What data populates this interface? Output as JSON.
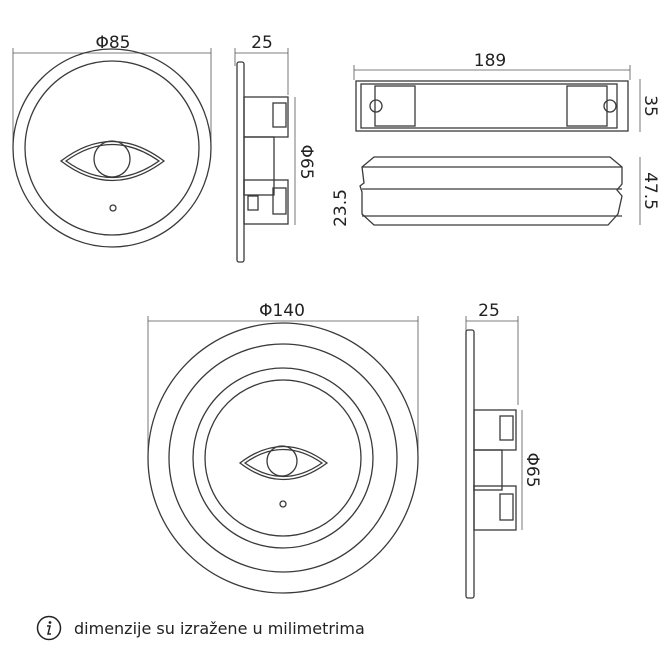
{
  "dimensions": {
    "small_diameter": "Φ85",
    "small_depth": "25",
    "small_cutout": "Φ65",
    "driver_length": "189",
    "driver_width": "35",
    "driver_height": "47.5",
    "driver_low_height": "23.5",
    "large_diameter": "Φ140",
    "large_depth": "25",
    "large_cutout": "Φ65"
  },
  "footer": {
    "icon": "info-icon",
    "note": "dimenzije su izražene u milimetrima"
  }
}
